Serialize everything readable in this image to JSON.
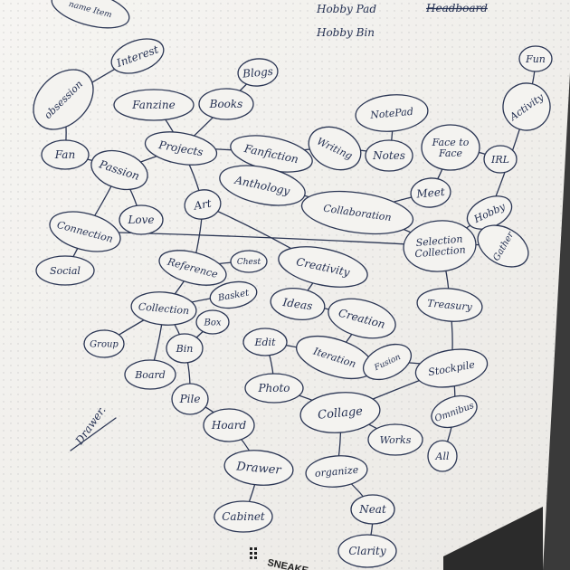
{
  "nodes": [
    {
      "key": "name_item",
      "text": "name Item"
    },
    {
      "key": "hobby_pad",
      "text": "Hobby Pad"
    },
    {
      "key": "hobby_bin",
      "text": "Hobby Bin"
    },
    {
      "key": "headboard",
      "text": "Headboard",
      "struck": true
    },
    {
      "key": "fun",
      "text": "Fun"
    },
    {
      "key": "interest",
      "text": "Interest"
    },
    {
      "key": "blogs",
      "text": "Blogs"
    },
    {
      "key": "activity",
      "text": "Activity"
    },
    {
      "key": "obsession",
      "text": "obsession"
    },
    {
      "key": "fanzine",
      "text": "Fanzine"
    },
    {
      "key": "books",
      "text": "Books"
    },
    {
      "key": "notepad",
      "text": "NotePad"
    },
    {
      "key": "fan",
      "text": "Fan"
    },
    {
      "key": "projects",
      "text": "Projects"
    },
    {
      "key": "fanfiction",
      "text": "Fanfiction"
    },
    {
      "key": "writing",
      "text": "Writing"
    },
    {
      "key": "notes",
      "text": "Notes"
    },
    {
      "key": "face_to_face",
      "text": "Face to Face"
    },
    {
      "key": "irl",
      "text": "IRL"
    },
    {
      "key": "passion",
      "text": "Passion"
    },
    {
      "key": "anthology",
      "text": "Anthology"
    },
    {
      "key": "meet",
      "text": "Meet"
    },
    {
      "key": "hobby",
      "text": "Hobby"
    },
    {
      "key": "art",
      "text": "Art"
    },
    {
      "key": "collaboration",
      "text": "Collaboration"
    },
    {
      "key": "love",
      "text": "Love"
    },
    {
      "key": "connection",
      "text": "Connection"
    },
    {
      "key": "selection_collection",
      "text": "Selection Collection"
    },
    {
      "key": "gather",
      "text": "Gather"
    },
    {
      "key": "chest",
      "text": "Chest"
    },
    {
      "key": "reference",
      "text": "Reference"
    },
    {
      "key": "creativity",
      "text": "Creativity"
    },
    {
      "key": "social",
      "text": "Social"
    },
    {
      "key": "basket",
      "text": "Basket"
    },
    {
      "key": "treasury",
      "text": "Treasury"
    },
    {
      "key": "collection",
      "text": "Collection"
    },
    {
      "key": "ideas",
      "text": "Ideas"
    },
    {
      "key": "creation",
      "text": "Creation"
    },
    {
      "key": "box",
      "text": "Box"
    },
    {
      "key": "group",
      "text": "Group"
    },
    {
      "key": "bin",
      "text": "Bin"
    },
    {
      "key": "edit",
      "text": "Edit"
    },
    {
      "key": "iteration",
      "text": "Iteration"
    },
    {
      "key": "fusion",
      "text": "Fusion"
    },
    {
      "key": "stockpile",
      "text": "Stockpile"
    },
    {
      "key": "board",
      "text": "Board"
    },
    {
      "key": "photo",
      "text": "Photo"
    },
    {
      "key": "pile",
      "text": "Pile"
    },
    {
      "key": "omnibus",
      "text": "Omnibus"
    },
    {
      "key": "collage",
      "text": "Collage"
    },
    {
      "key": "drawer_note",
      "text": "Drawer."
    },
    {
      "key": "hoard",
      "text": "Hoard"
    },
    {
      "key": "works",
      "text": "Works"
    },
    {
      "key": "all",
      "text": "All"
    },
    {
      "key": "drawer",
      "text": "Drawer"
    },
    {
      "key": "organize",
      "text": "organize"
    },
    {
      "key": "neat",
      "text": "Neat"
    },
    {
      "key": "cabinet",
      "text": "Cabinet"
    },
    {
      "key": "clarity",
      "text": "Clarity"
    }
  ],
  "notebook_brand": "SNEAKE",
  "colors": {
    "paper": "#f2f1ee",
    "ink": "#2b3654",
    "shadow": "#3a3a3a",
    "dots": "#c9c9c9"
  }
}
